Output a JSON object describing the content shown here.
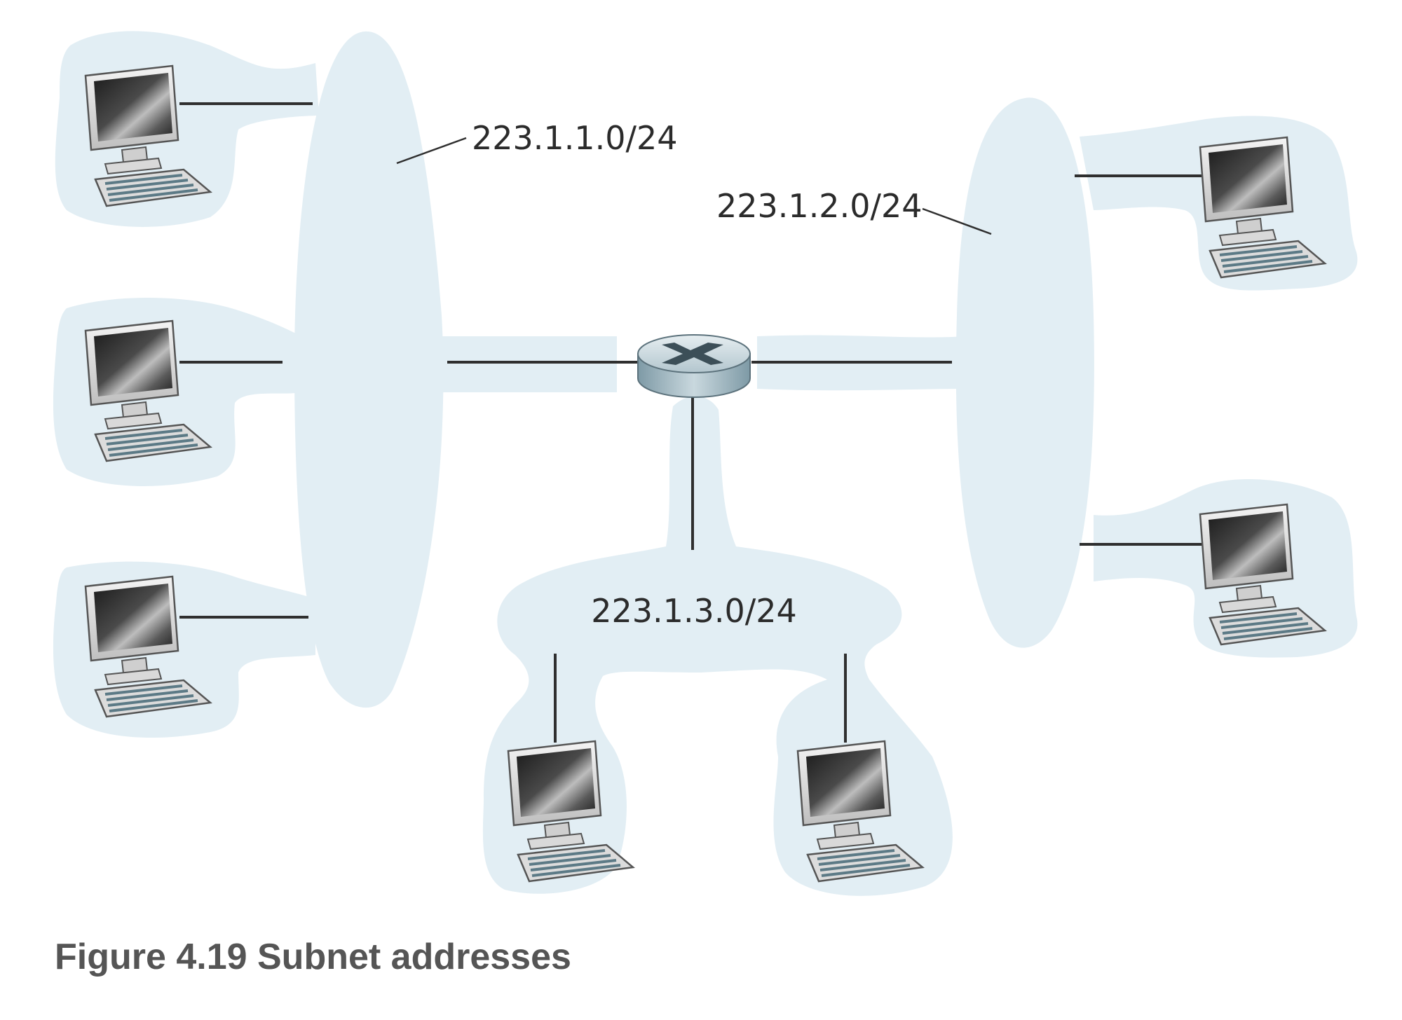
{
  "subnets": [
    {
      "id": "subnet-1",
      "label": "223.1.1.0/24"
    },
    {
      "id": "subnet-2",
      "label": "223.1.2.0/24"
    },
    {
      "id": "subnet-3",
      "label": "223.1.3.0/24"
    }
  ],
  "hosts": [
    {
      "id": "host-1",
      "subnet": "subnet-1"
    },
    {
      "id": "host-2",
      "subnet": "subnet-1"
    },
    {
      "id": "host-3",
      "subnet": "subnet-1"
    },
    {
      "id": "host-4",
      "subnet": "subnet-2"
    },
    {
      "id": "host-5",
      "subnet": "subnet-2"
    },
    {
      "id": "host-6",
      "subnet": "subnet-3"
    },
    {
      "id": "host-7",
      "subnet": "subnet-3"
    }
  ],
  "router": {
    "icon": "router-icon"
  },
  "caption": "Figure 4.19 Subnet addresses",
  "colors": {
    "subnet_fill": "#e2eef4",
    "link": "#2f2f2f",
    "caption": "#555555"
  }
}
